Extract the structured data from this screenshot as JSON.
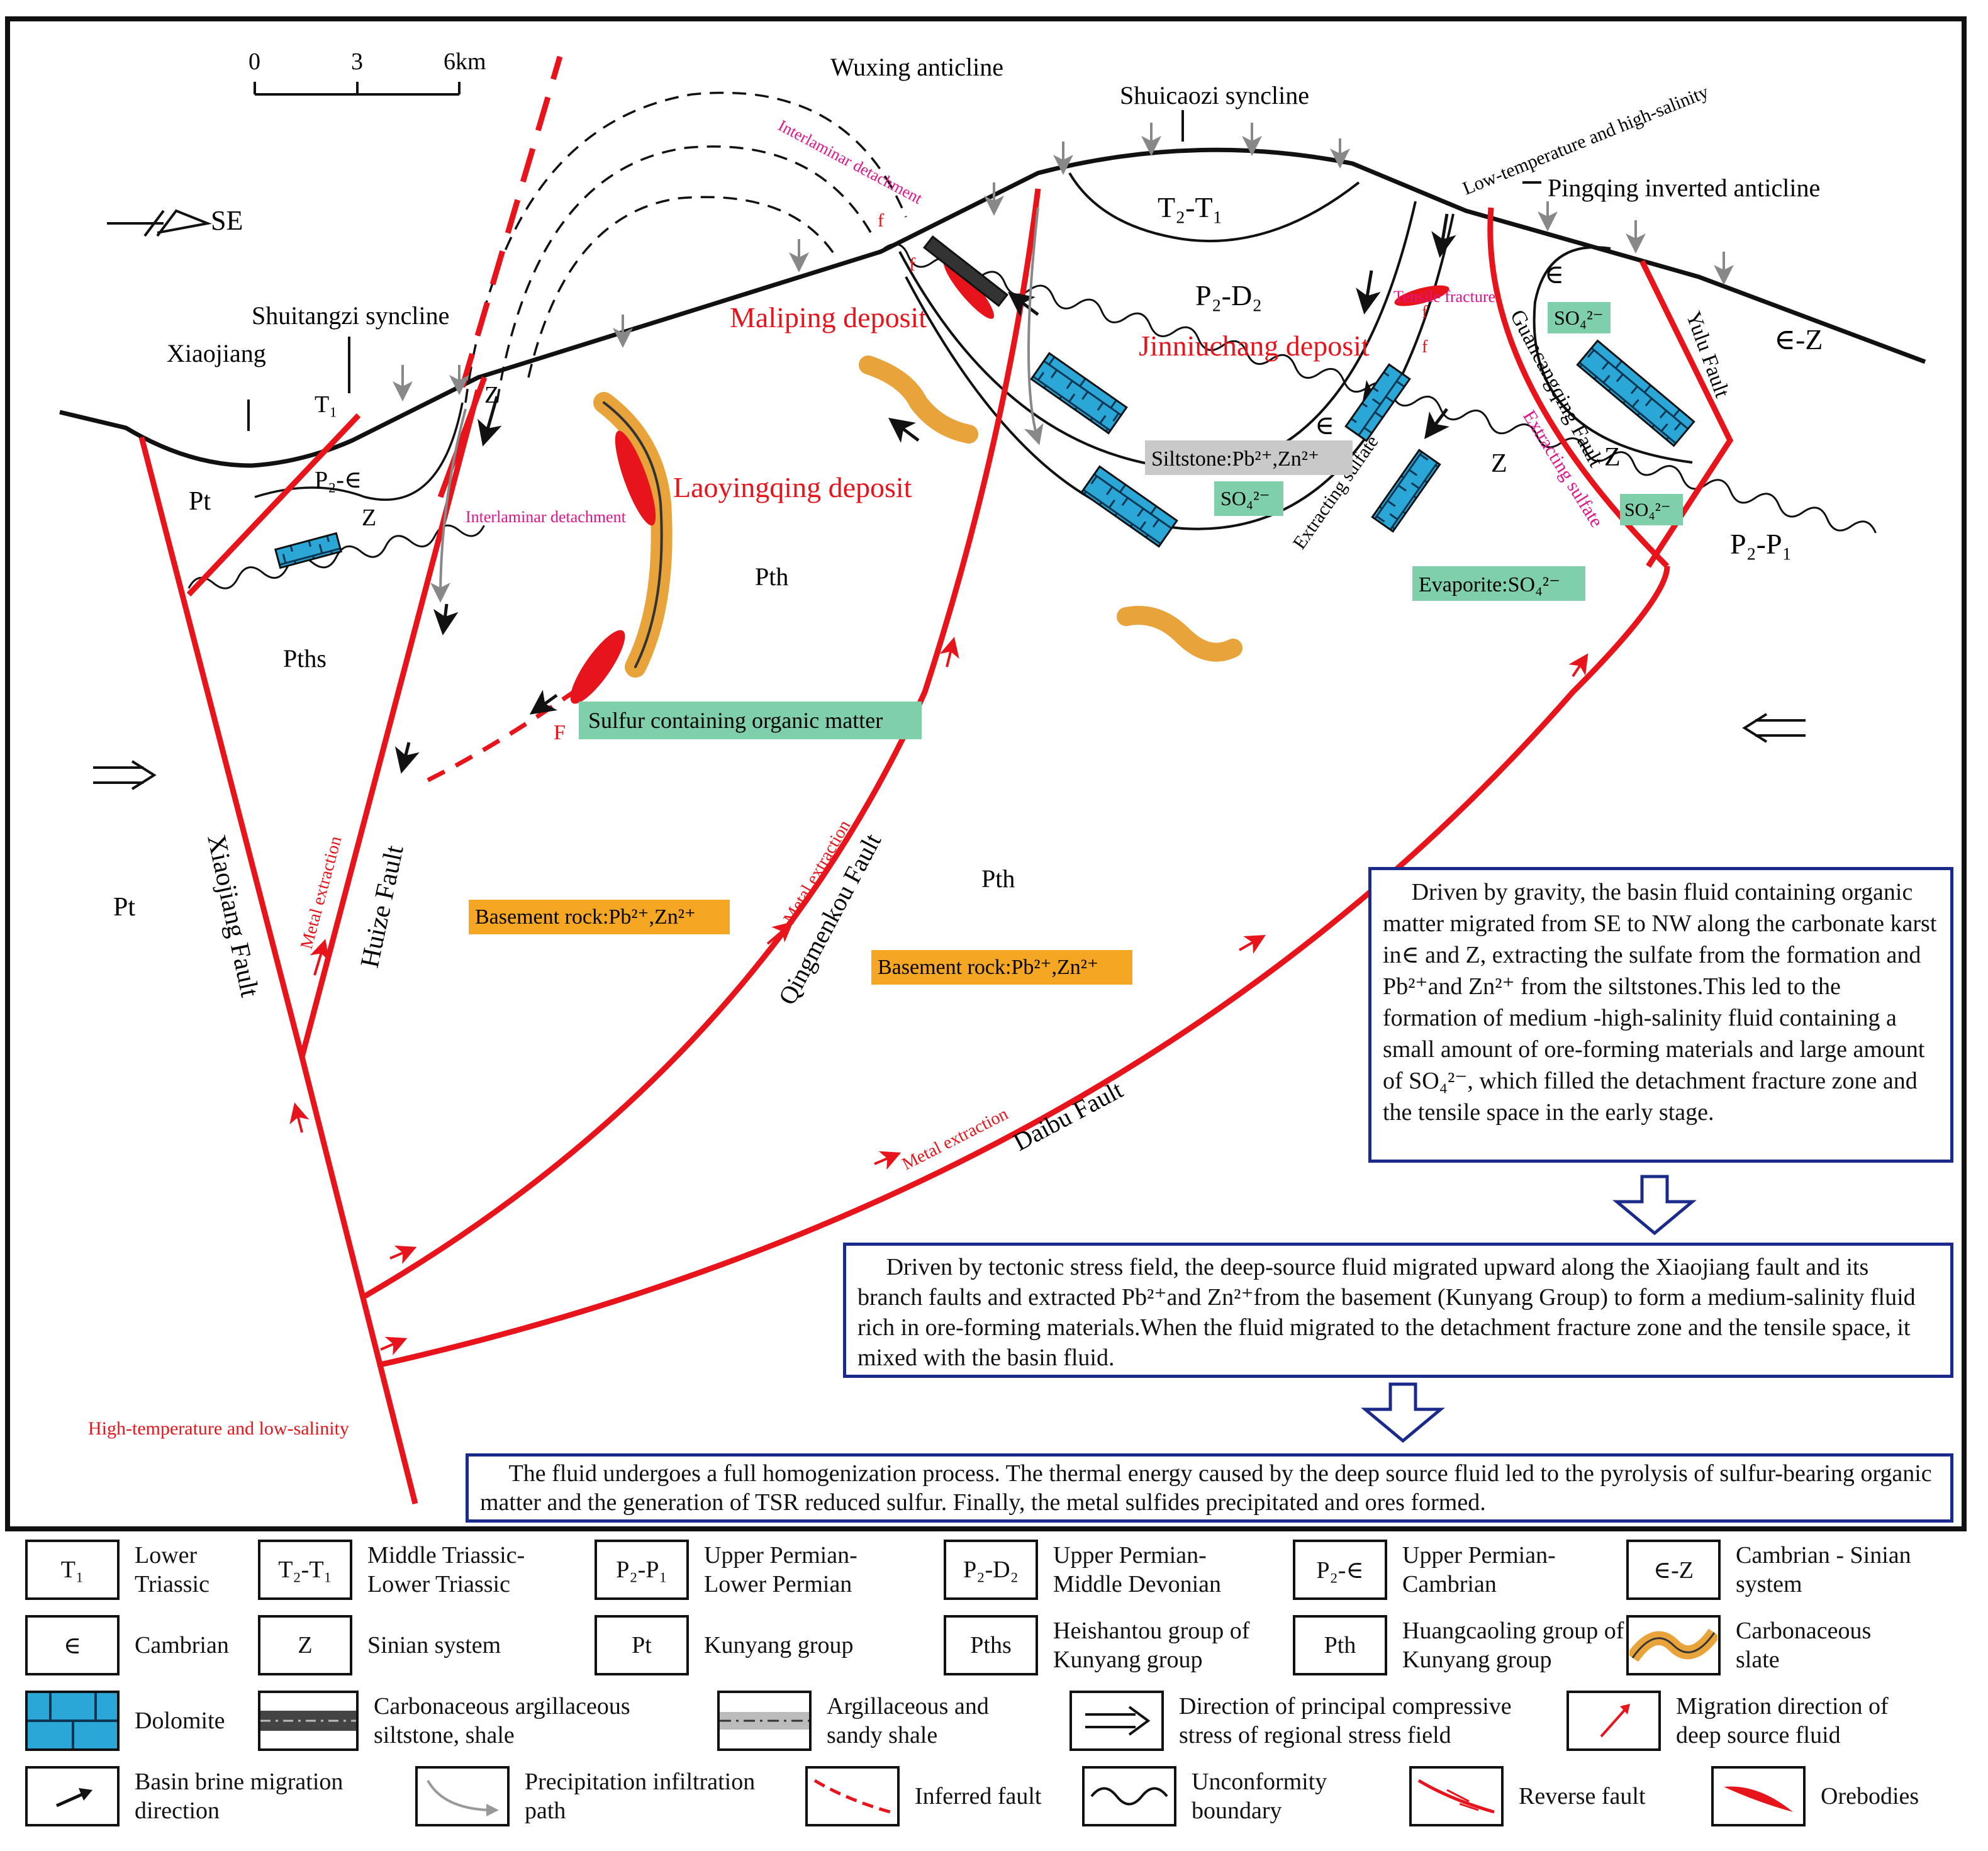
{
  "scale_bar": {
    "ticks": [
      "0",
      "3",
      "6km"
    ]
  },
  "orientation": {
    "label": "SE"
  },
  "structures": {
    "wuxing": "Wuxing anticline",
    "shuicaozi": "Shuicaozi syncline",
    "pingqing": "Pingqing inverted anticline",
    "shuitangzi": "Shuitangzi syncline",
    "xiaojiang_place": "Xiaojiang"
  },
  "deposits": {
    "maliping": "Maliping deposit",
    "jinniuchang": "Jinniuchang deposit",
    "laoyingqing": "Laoyingqing deposit"
  },
  "faults": {
    "xiaojiang": "Xiaojiang Fault",
    "huize": "Huize Fault",
    "qingmenkou": "Qingmenkou Fault",
    "daibu": "Daibu Fault",
    "guancangqing": "Guancangqing Fault",
    "yulu": "Yulu Fault"
  },
  "formations": {
    "pt_left": "Pt",
    "pt_lower": "Pt",
    "pths": "Pths",
    "pth_mid": "Pth",
    "pth_lower": "Pth",
    "t1": "T₁",
    "p2_cam": "P₂-∈",
    "z_left": "Z",
    "z_huize": "Z",
    "t2t1": "T₂-T₁",
    "p2d2": "P₂-D₂",
    "cam_core": "∈",
    "cam_right": "∈",
    "z_right": "Z",
    "z_right2": "Z",
    "camz": "∈-Z",
    "p2p1": "P₂-P₁"
  },
  "annotations": {
    "interlaminar1": "Interlaminar detachment",
    "interlaminar2": "Interlaminar detachment",
    "low_temp": "Low-temperature and high-salinity",
    "tensile": "Tensile fracture",
    "extracting1": "Extracting sulfate",
    "extracting2": "Extracting sulfate",
    "metal1": "Metal extraction",
    "metal2": "Metal extraction",
    "metal3": "Metal extraction",
    "high_temp": "High-temperature and low-salinity",
    "f_upper1": "f",
    "f_upper2": "f",
    "f_tensile1": "f",
    "f_tensile2": "f",
    "f_main": "F"
  },
  "tags": {
    "so4_a": "SO₄²⁻",
    "so4_b": "SO₄²⁻",
    "so4_c": "SO₄²⁻",
    "siltstone": "Siltstone:Pb²⁺,Zn²⁺",
    "evaporite": "Evaporite:SO₄²⁻",
    "sulfur_om": "Sulfur containing organic matter",
    "basement1": "Basement rock:Pb²⁺,Zn²⁺",
    "basement2": "Basement rock:Pb²⁺,Zn²⁺"
  },
  "boxes": {
    "box1": "Driven by gravity, the basin fluid containing organic matter migrated from SE to NW along the carbonate karst in∈ and Z, extracting the sulfate from the formation and Pb²⁺and Zn²⁺ from the siltstones.This led to the formation of medium -high-salinity fluid containing a small amount of ore-forming materials and large amount of  SO₄²⁻, which filled the detachment fracture zone and the tensile space in the early stage.",
    "box2": "Driven by tectonic stress field, the deep-source fluid migrated upward along the Xiaojiang fault and its branch faults and extracted Pb²⁺and Zn²⁺from the basement (Kunyang Group) to form a medium-salinity fluid rich in  ore-forming materials.When the fluid migrated to the detachment fracture zone and the tensile space, it mixed with the basin fluid.",
    "box3": "The fluid undergoes a full homogenization process. The thermal energy caused by the deep source fluid led to the pyrolysis of sulfur-bearing organic matter and the generation of TSR reduced sulfur. Finally, the metal sulfides precipitated and ores formed."
  },
  "legend": [
    {
      "symbol": "T₁",
      "text": "Lower Triassic"
    },
    {
      "symbol": "T₂-T₁",
      "text": "Middle Triassic-Lower Triassic"
    },
    {
      "symbol": "P₂-P₁",
      "text": "Upper Permian-Lower Permian"
    },
    {
      "symbol": "P₂-D₂",
      "text": "Upper Permian-Middle Devonian"
    },
    {
      "symbol": "P₂-∈",
      "text": "Upper Permian-Cambrian"
    },
    {
      "symbol": "∈-Z",
      "text": "Cambrian - Sinian system"
    },
    {
      "symbol": "∈",
      "text": "Cambrian"
    },
    {
      "symbol": "Z",
      "text": "Sinian system"
    },
    {
      "symbol": "Pt",
      "text": "Kunyang group"
    },
    {
      "symbol": "Pths",
      "text": "Heishantou group of Kunyang group"
    },
    {
      "symbol": "Pth",
      "text": "Huangcaoling group of Kunyang group"
    },
    {
      "symbol": "",
      "text": "Carbonaceous slate"
    },
    {
      "symbol": "",
      "text": "Dolomite"
    },
    {
      "symbol": "",
      "text": "Carbonaceous argillaceous siltstone, shale"
    },
    {
      "symbol": "",
      "text": "Argillaceous and sandy shale"
    },
    {
      "symbol": "",
      "text": "Direction of principal compressive stress of regional stress field"
    },
    {
      "symbol": "",
      "text": "Migration direction of deep source fluid"
    },
    {
      "symbol": "",
      "text": "Basin brine migration direction"
    },
    {
      "symbol": "",
      "text": "Precipitation infiltration path"
    },
    {
      "symbol": "",
      "text": "Inferred fault"
    },
    {
      "symbol": "",
      "text": "Unconformity boundary"
    },
    {
      "symbol": "",
      "text": "Reverse fault"
    },
    {
      "symbol": "",
      "text": "Orebodies"
    }
  ],
  "colors": {
    "fault": "#e8141c",
    "frame": "#111111",
    "box_border": "#1a2a8a",
    "tag_green": "#7fcfab",
    "tag_orange": "#f5a623",
    "tag_gray": "#c9c9c9",
    "dolomite": "#2aa7d6",
    "slate": "#e8a33a",
    "magenta": "#e0158a"
  }
}
